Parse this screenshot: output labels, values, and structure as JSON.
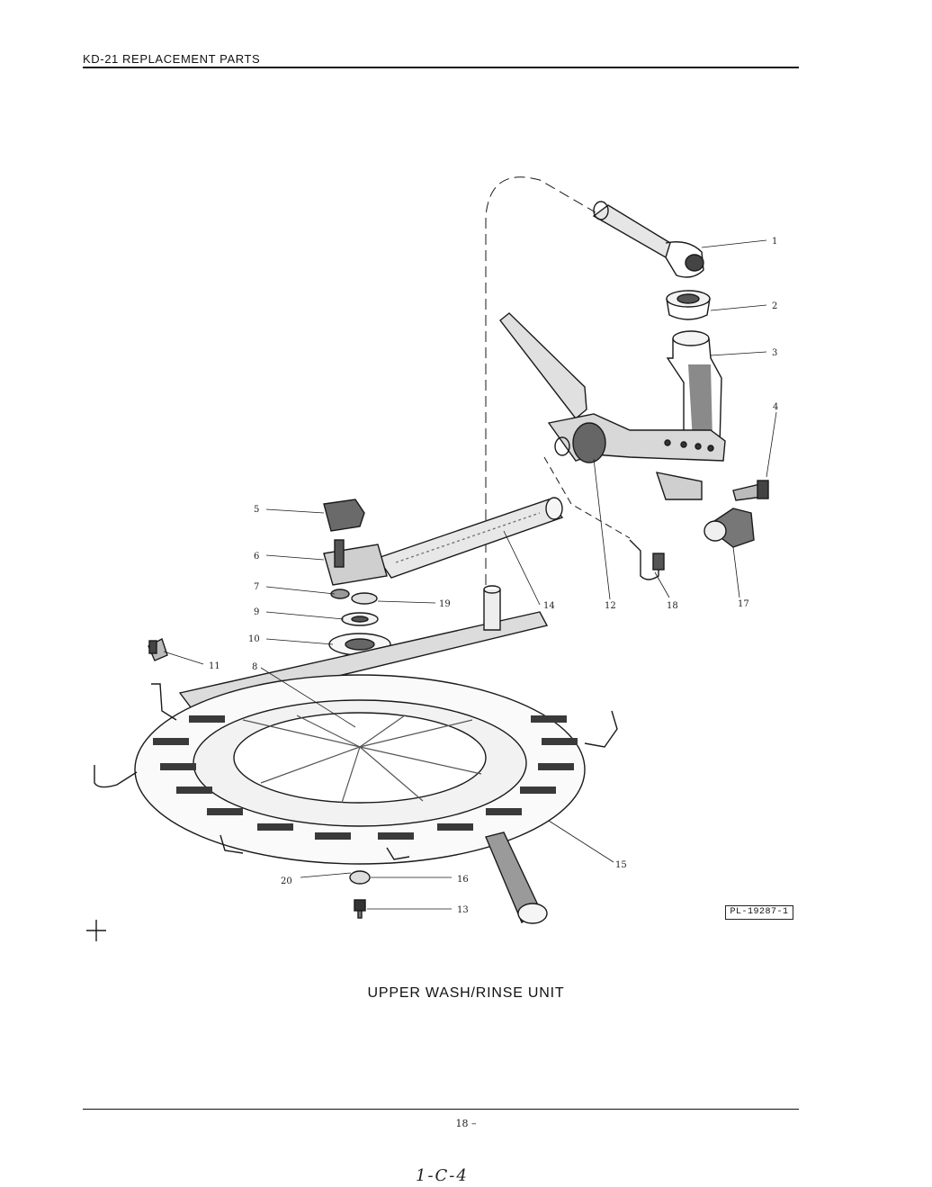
{
  "header": {
    "title": "KD-21 REPLACEMENT PARTS"
  },
  "diagram": {
    "callouts": {
      "c1": "1",
      "c2": "2",
      "c3": "3",
      "c4": "4",
      "c5": "5",
      "c6": "6",
      "c7": "7",
      "c8": "8",
      "c9": "9",
      "c10": "10",
      "c11": "11",
      "c12": "12",
      "c13": "13",
      "c14": "14",
      "c15": "15",
      "c16": "16",
      "c17": "17",
      "c18": "18",
      "c19": "19",
      "c20": "20"
    },
    "plate_id": "PL-19287-1"
  },
  "caption": "UPPER WASH/RINSE UNIT",
  "footer": {
    "page_number": "18 –",
    "handwritten_note": "1-C-4"
  }
}
